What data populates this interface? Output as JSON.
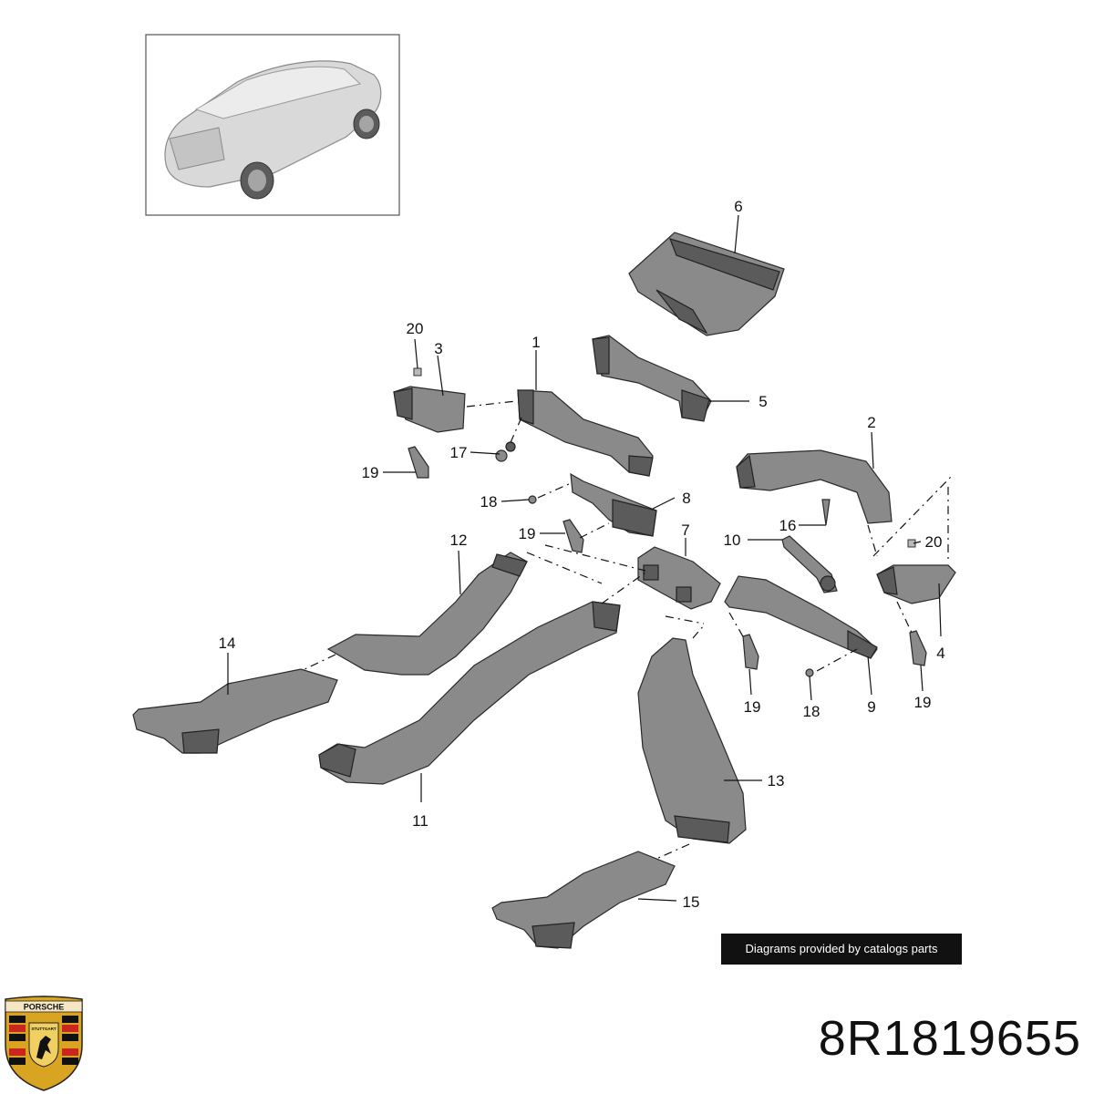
{
  "callouts": [
    "1",
    "2",
    "3",
    "4",
    "5",
    "6",
    "7",
    "8",
    "9",
    "10",
    "11",
    "12",
    "13",
    "14",
    "15",
    "16",
    "17",
    "18",
    "19",
    "20"
  ],
  "credit": "Diagrams provided by catalogs parts",
  "part_number": "8R1819655",
  "logo": {
    "brand": "PORSCHE",
    "city": "STUTTGART"
  },
  "colors": {
    "part_fill": "#8a8a8a",
    "part_dark": "#5b5b5b",
    "credit_bg": "#111111",
    "logo_gold": "#d9a422",
    "logo_red": "#c8261e"
  }
}
